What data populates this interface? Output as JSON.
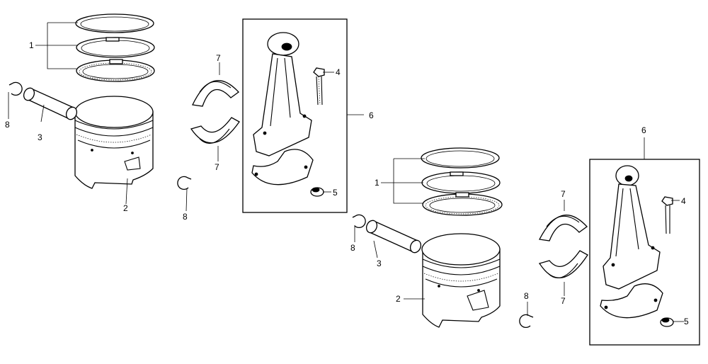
{
  "callouts": {
    "g1_ring_set": "1",
    "g1_piston": "2",
    "g1_pin": "3",
    "g1_bolt": "4",
    "g1_nut": "5",
    "g1_rod_assembly": "6",
    "g1_bearing_upper": "7",
    "g1_bearing_lower": "7",
    "g1_clip_left": "8",
    "g1_clip_right": "8",
    "g2_ring_set": "1",
    "g2_piston": "2",
    "g2_pin": "3",
    "g2_bolt": "4",
    "g2_nut": "5",
    "g2_rod_assembly": "6",
    "g2_bearing_upper": "7",
    "g2_bearing_lower": "7",
    "g2_clip_left": "8",
    "g2_clip_right": "8"
  }
}
